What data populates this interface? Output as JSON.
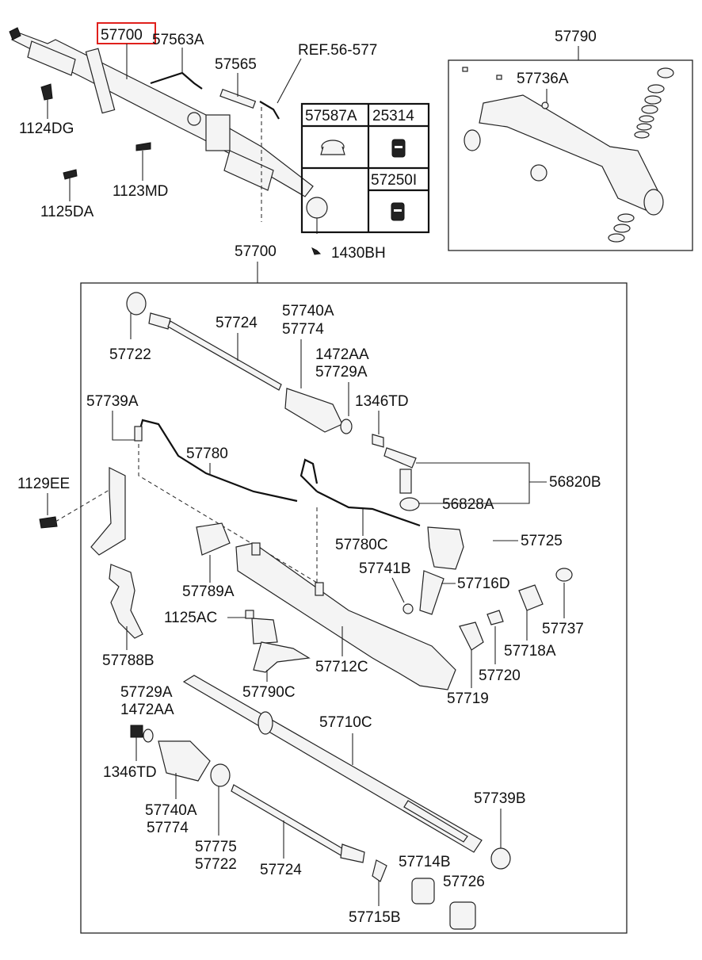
{
  "highlight_color": "#e0201c",
  "top": {
    "main_part": "57700",
    "labels": {
      "p57563A": "57563A",
      "p57565": "57565",
      "ref": "REF.56-577",
      "p1124DG": "1124DG",
      "p1123MD": "1123MD",
      "p1125DA": "1125DA",
      "p1430BH": "1430BH"
    },
    "table": {
      "h1": "57587A",
      "h2": "25314",
      "h3": "57250I"
    }
  },
  "kit": {
    "title": "57790",
    "p57736A": "57736A"
  },
  "assembly": {
    "title": "57700",
    "labels": {
      "a57722": "57722",
      "a57724": "57724",
      "a57740A": "57740A",
      "a57774": "57774",
      "a1472AA": "1472AA",
      "a57729A": "57729A",
      "a1346TD": "1346TD",
      "a57739A": "57739A",
      "a57780": "57780",
      "a1129EE": "1129EE",
      "a56820B": "56820B",
      "a56828A": "56828A",
      "a57780C": "57780C",
      "a57725": "57725",
      "a57789A": "57789A",
      "a57741B": "57741B",
      "a57716D": "57716D",
      "a1125AC": "1125AC",
      "a57737": "57737",
      "a57718A": "57718A",
      "a57788B": "57788B",
      "a57712C": "57712C",
      "a57720": "57720",
      "a57790C": "57790C",
      "a57719": "57719",
      "b57729A": "57729A",
      "b1472AA": "1472AA",
      "a57710C": "57710C",
      "b1346TD": "1346TD",
      "a57739B": "57739B",
      "b57740A": "57740A",
      "b57774": "57774",
      "a57775": "57775",
      "b57722": "57722",
      "b57724": "57724",
      "a57714B": "57714B",
      "a57726": "57726",
      "a57715B": "57715B"
    }
  }
}
